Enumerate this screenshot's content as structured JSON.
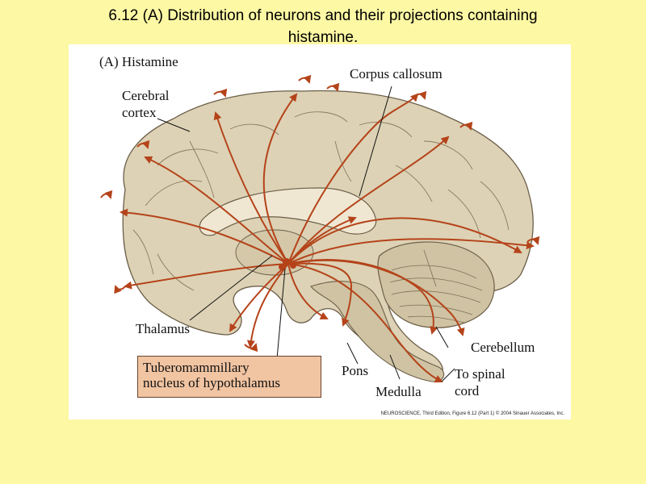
{
  "slide": {
    "title_line1": "6.12 (A)  Distribution of neurons and their projections containing",
    "title_line2": "histamine."
  },
  "figure": {
    "panel_title": "(A)  Histamine",
    "labels": {
      "corpus_callosum": "Corpus callosum",
      "cerebral_cortex_1": "Cerebral",
      "cerebral_cortex_2": "cortex",
      "thalamus": "Thalamus",
      "tuberomammillary_1": "Tuberomammillary",
      "tuberomammillary_2": "nucleus of hypothalamus",
      "pons": "Pons",
      "medulla": "Medulla",
      "cerebellum": "Cerebellum",
      "spinal_cord_1": "To spinal",
      "spinal_cord_2": "cord"
    },
    "credit": "NEUROSCIENCE, Third Edition, Figure 6.12 (Part 1)  © 2004 Sinauer Associates, Inc."
  },
  "colors": {
    "background": "#fdf8a4",
    "brain_tissue": "#ddd2b5",
    "projection_pathways": "#b5431a",
    "callout_fill": "#f1c4a2"
  }
}
